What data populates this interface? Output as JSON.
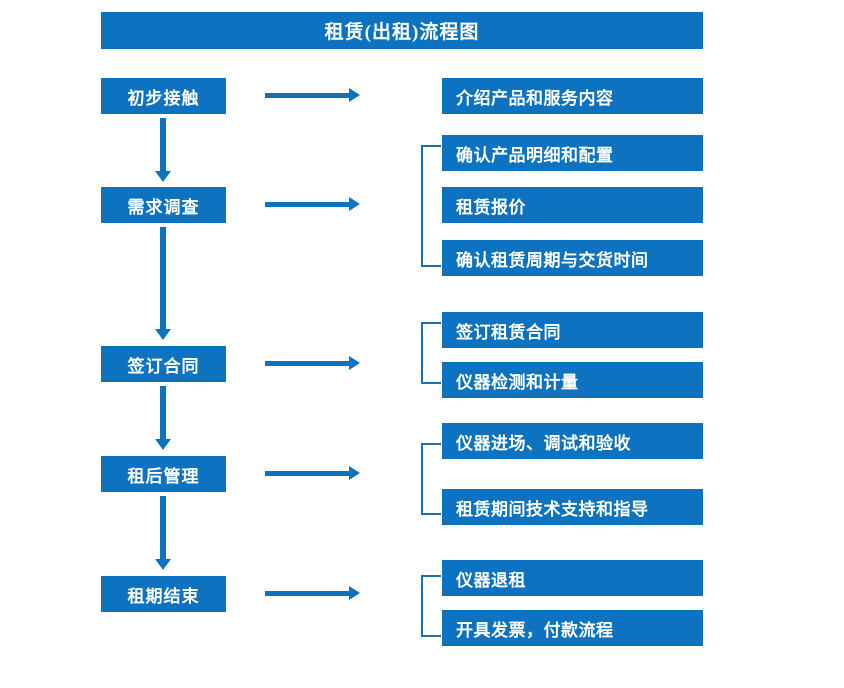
{
  "title": "租赁(出租)流程图",
  "theme": {
    "box_fill": "#0d73c0",
    "box_text": "#ffffff",
    "arrow": "#0d73c0",
    "bracket": "#1f6fb2",
    "background": "#ffffff"
  },
  "stages": [
    {
      "label": "初步接触"
    },
    {
      "label": "需求调查"
    },
    {
      "label": "签订合同"
    },
    {
      "label": "租后管理"
    },
    {
      "label": "租期结束"
    }
  ],
  "details": {
    "group1": [
      {
        "label": "介绍产品和服务内容"
      }
    ],
    "group2": [
      {
        "label": "确认产品明细和配置"
      },
      {
        "label": "租赁报价"
      },
      {
        "label": "确认租赁周期与交货时间"
      }
    ],
    "group3": [
      {
        "label": "签订租赁合同"
      },
      {
        "label": "仪器检测和计量"
      }
    ],
    "group4": [
      {
        "label": "仪器进场、调试和验收"
      },
      {
        "label": "租赁期间技术支持和指导"
      }
    ],
    "group5": [
      {
        "label": "仪器退租"
      },
      {
        "label": "开具发票，付款流程"
      }
    ]
  }
}
